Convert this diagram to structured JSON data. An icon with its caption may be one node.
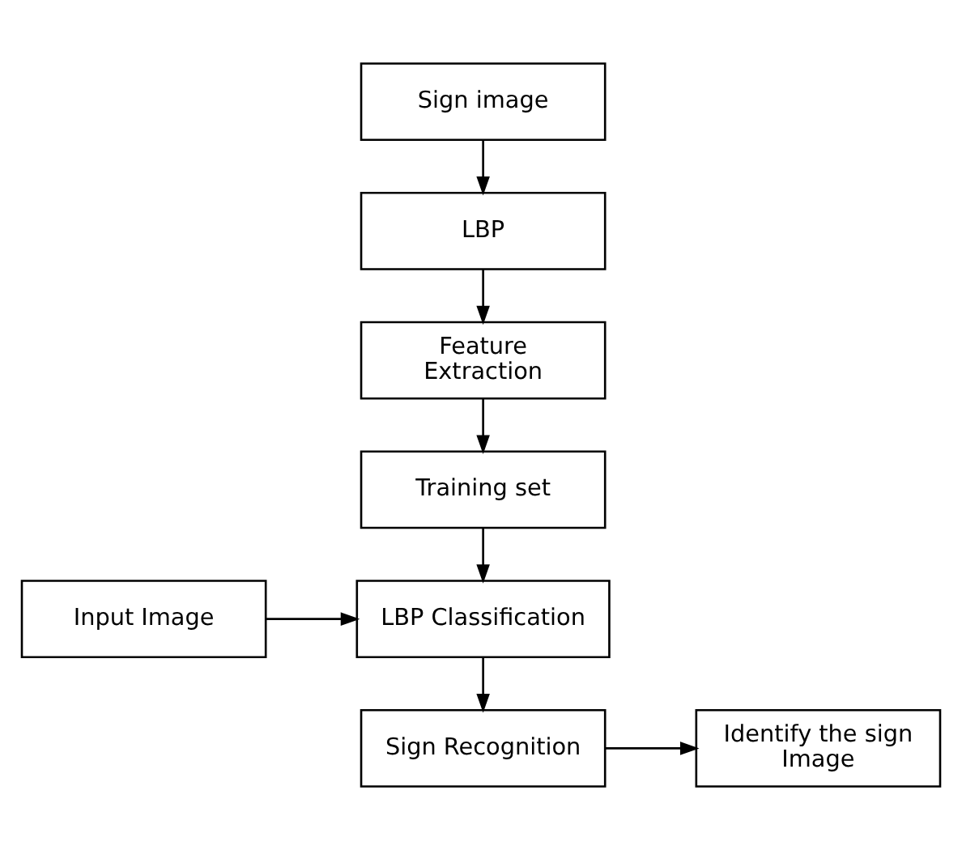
{
  "diagram": {
    "nodes": [
      {
        "text": [
          "Sign image"
        ]
      },
      {
        "text": [
          "LBP"
        ]
      },
      {
        "text": [
          "Feature Extraction"
        ]
      },
      {
        "text": [
          "Training set"
        ]
      },
      {
        "text": [
          "Input Image"
        ]
      },
      {
        "text": [
          "LBP Classification"
        ]
      },
      {
        "text": [
          "Sign Recognition"
        ]
      },
      {
        "text": [
          "Identify the sign Image"
        ]
      }
    ],
    "edges": [
      {
        "from": 0,
        "to": 1,
        "arrow": "to"
      },
      {
        "from": 1,
        "to": 2,
        "arrow": "to"
      },
      {
        "from": 2,
        "to": 3,
        "arrow": "to"
      },
      {
        "from": 3,
        "to": 5,
        "arrow": "to"
      },
      {
        "from": 4,
        "to": 5,
        "arrow": "to"
      },
      {
        "from": 5,
        "to": 6,
        "arrow": "to"
      },
      {
        "from": 6,
        "to": 7,
        "arrow": "to"
      }
    ]
  }
}
